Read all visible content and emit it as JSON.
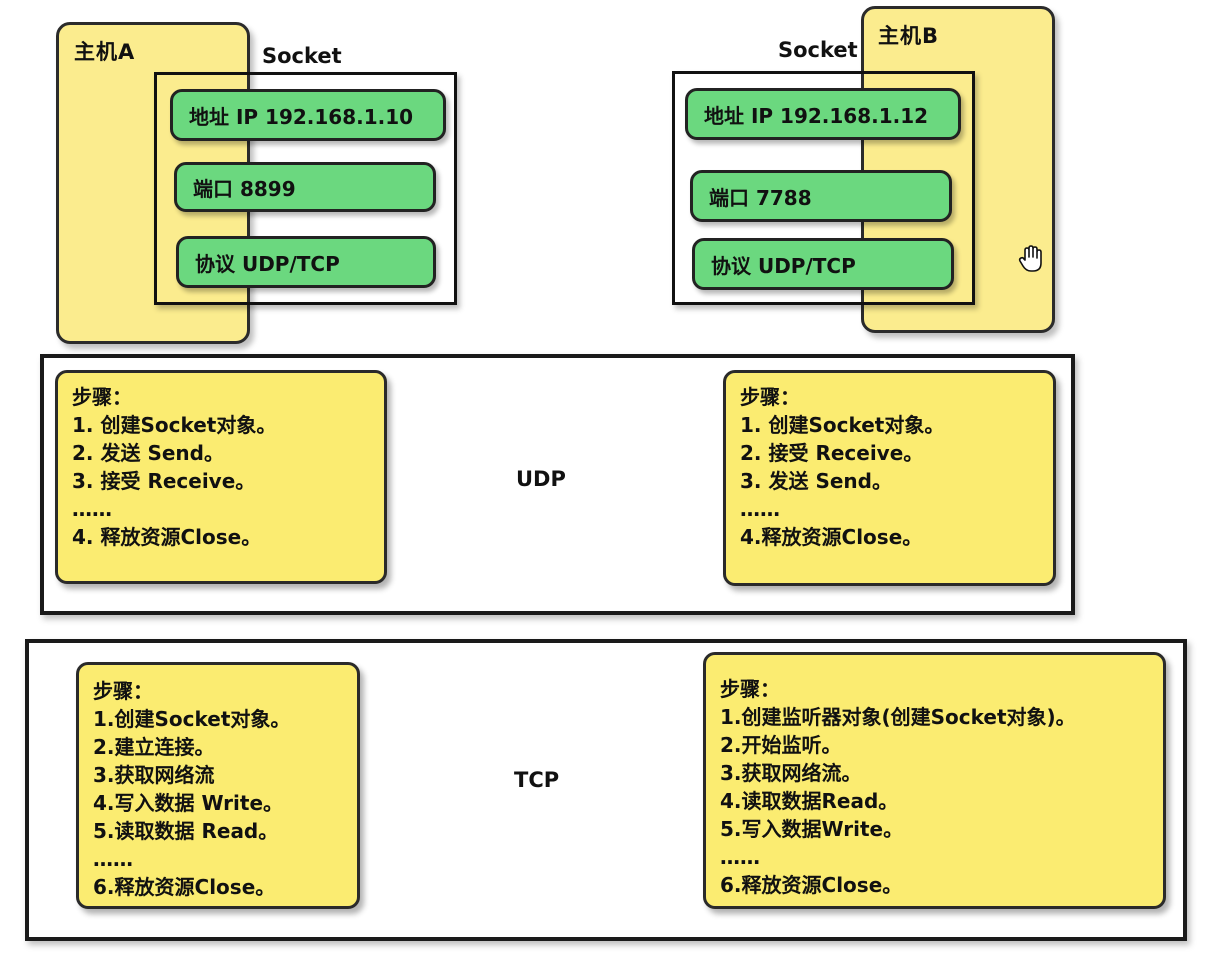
{
  "hosts": {
    "a": {
      "title": "主机A",
      "socket_label": "Socket",
      "fields": {
        "ip": "地址 IP  192.168.1.10",
        "port": "端口 8899",
        "protocol": "协议 UDP/TCP"
      }
    },
    "b": {
      "title": "主机B",
      "socket_label": "Socket",
      "fields": {
        "ip": "地址 IP  192.168.1.12",
        "port": "端口 7788",
        "protocol": "协议 UDP/TCP"
      }
    }
  },
  "udp": {
    "label": "UDP",
    "left": [
      "步骤：",
      "1. 创建Socket对象。",
      "2. 发送 Send。",
      "3. 接受 Receive。",
      "……",
      "4. 释放资源Close。"
    ],
    "right": [
      "步骤：",
      "1. 创建Socket对象。",
      "2. 接受 Receive。",
      "3. 发送 Send。",
      "……",
      "4.释放资源Close。"
    ]
  },
  "tcp": {
    "label": "TCP",
    "left": [
      "步骤：",
      "1.创建Socket对象。",
      "2.建立连接。",
      "3.获取网络流",
      "4.写入数据 Write。",
      "5.读取数据 Read。",
      "……",
      "6.释放资源Close。"
    ],
    "right": [
      "步骤：",
      "1.创建监听器对象(创建Socket对象)。",
      "2.开始监听。",
      "3.获取网络流。",
      "4.读取数据Read。",
      "5.写入数据Write。",
      "……",
      "6.释放资源Close。"
    ]
  },
  "icons": {
    "cursor": "hand-cursor-icon"
  },
  "colors": {
    "host_fill": "#fbec8e",
    "field_fill": "#6bd87f",
    "steps_fill": "#fbec71"
  }
}
